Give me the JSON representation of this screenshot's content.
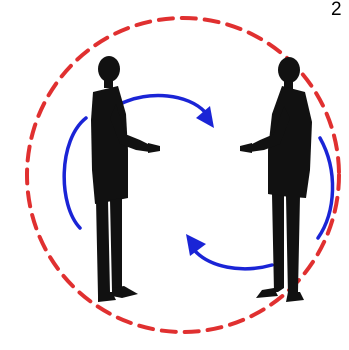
{
  "corner_label": "2",
  "colors": {
    "boundary": "#e03030",
    "flow_arrows": "#1a24d6",
    "figures": "#111111",
    "background": "#ffffff"
  },
  "figures": [
    {
      "name": "person-left",
      "facing": "right"
    },
    {
      "name": "person-right",
      "facing": "left"
    }
  ],
  "arrows": [
    {
      "name": "arrow-top",
      "direction": "clockwise"
    },
    {
      "name": "arrow-bottom",
      "direction": "clockwise"
    },
    {
      "name": "arc-left",
      "direction": "clockwise"
    },
    {
      "name": "arc-right",
      "direction": "clockwise"
    }
  ],
  "boundary": {
    "style": "dashed"
  }
}
